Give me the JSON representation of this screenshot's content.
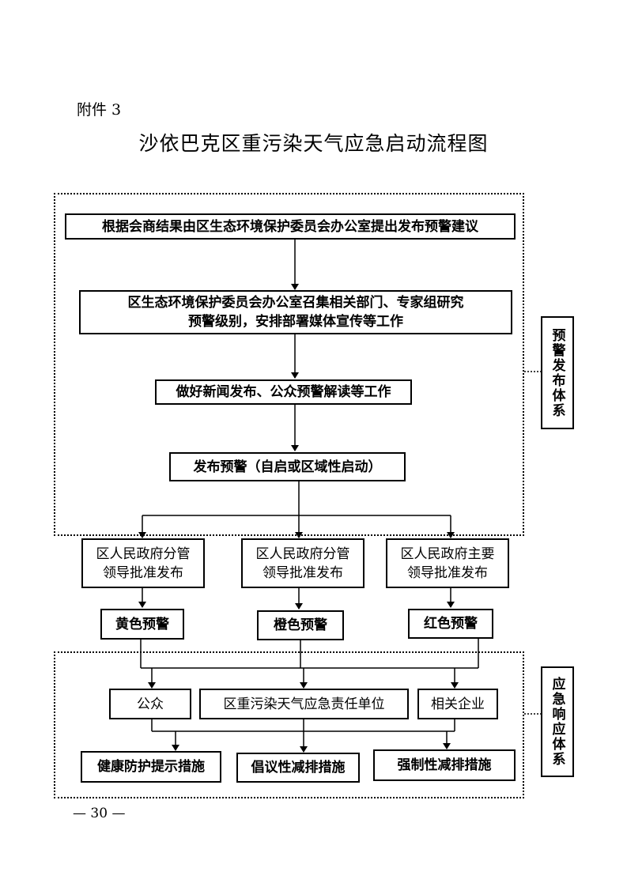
{
  "attachment": "附件 3",
  "title": "沙依巴克区重污染天气应急启动流程图",
  "warning_system": {
    "label": "预警发布体系",
    "step1": "根据会商结果由区生态环境保护委员会办公室提出发布预警建议",
    "step2_line1": "区生态环境保护委员会办公室召集相关部门、专家组研究",
    "step2_line2": "预警级别，安排部署媒体宣传等工作",
    "step3": "做好新闻发布、公众预警解读等工作",
    "step4": "发布预警（自启或区域性启动）"
  },
  "approvals": [
    {
      "line1": "区人民政府分管",
      "line2": "领导批准发布"
    },
    {
      "line1": "区人民政府分管",
      "line2": "领导批准发布"
    },
    {
      "line1": "区人民政府主要",
      "line2": "领导批准发布"
    }
  ],
  "levels": [
    "黄色预警",
    "橙色预警",
    "红色预警"
  ],
  "response_system": {
    "label": "应急响应体系",
    "targets": [
      "公众",
      "区重污染天气应急责任单位",
      "相关企业"
    ],
    "measures": [
      "健康防护提示措施",
      "倡议性减排措施",
      "强制性减排措施"
    ]
  },
  "page_number": "— 30 —"
}
